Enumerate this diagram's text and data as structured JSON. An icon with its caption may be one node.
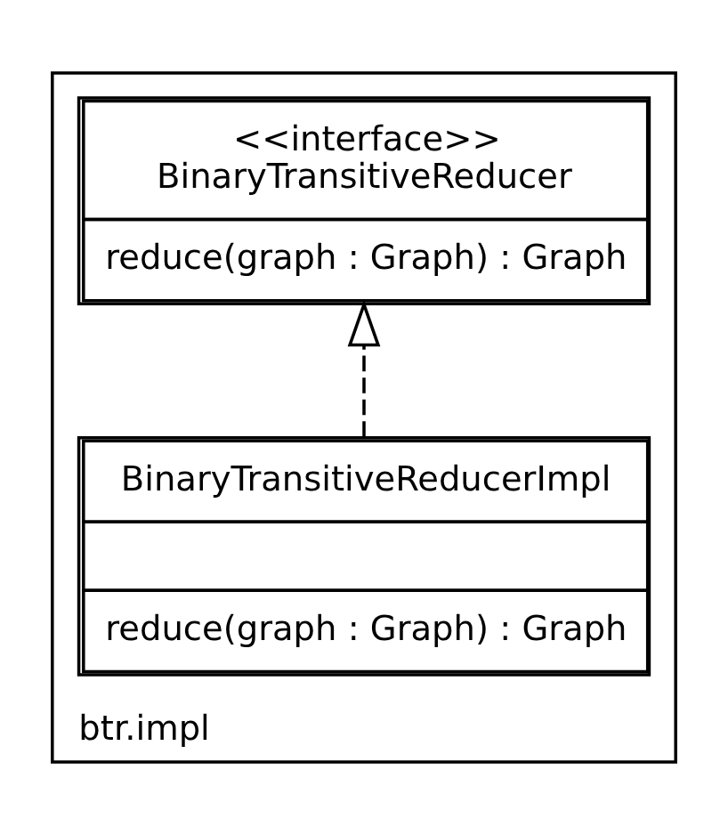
{
  "diagram": {
    "nodes": [
      {
        "text": [
          "btr.impl"
        ]
      },
      {
        "text": [
          "<<interface>>",
          "BinaryTransitiveReducer",
          "reduce(graph : Graph) : Graph"
        ],
        "in": 0
      },
      {
        "text": [
          "BinaryTransitiveReducerImpl",
          "reduce(graph : Graph) : Graph"
        ],
        "in": 0
      }
    ],
    "edges": [
      {
        "from": 2,
        "to": 1,
        "arrow": "to",
        "style": "dashed"
      }
    ]
  }
}
